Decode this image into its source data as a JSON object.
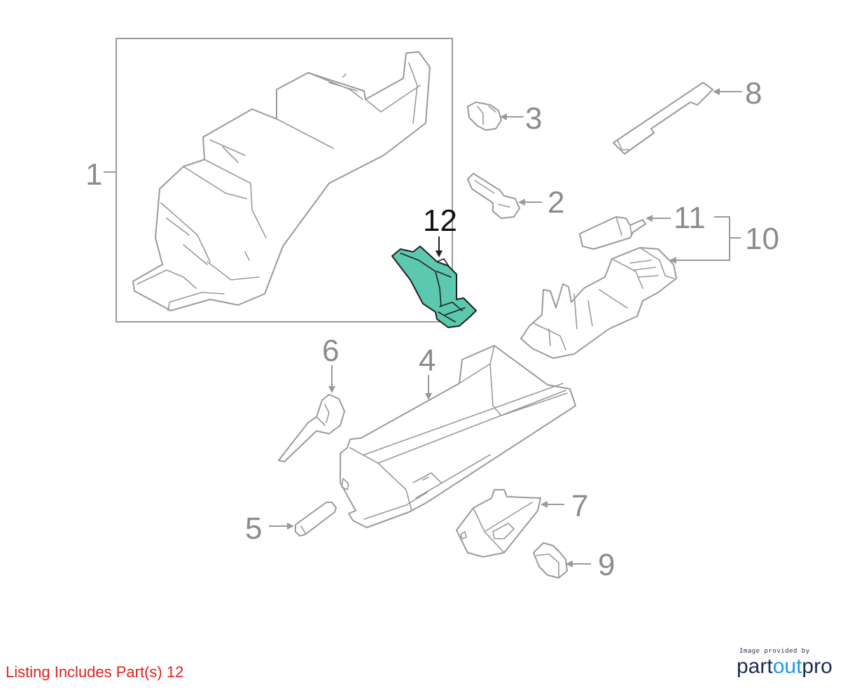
{
  "callouts": {
    "c1": "1",
    "c2": "2",
    "c3": "3",
    "c4": "4",
    "c5": "5",
    "c6": "6",
    "c7": "7",
    "c8": "8",
    "c9": "9",
    "c10": "10",
    "c11": "11",
    "c12": "12"
  },
  "highlighted_part": "12",
  "colors": {
    "highlight_fill": "#5cc8b0",
    "line_gray": "#9a9a9a",
    "note_red": "#e0211f",
    "brand_navy": "#1b2a57",
    "brand_blue": "#1e9be0"
  },
  "footer": {
    "listing_note": "Listing Includes Part(s) 12"
  },
  "brand": {
    "tagline": "Image provided by",
    "name_part1": "part",
    "name_part2": "out",
    "name_part3": "pro"
  }
}
